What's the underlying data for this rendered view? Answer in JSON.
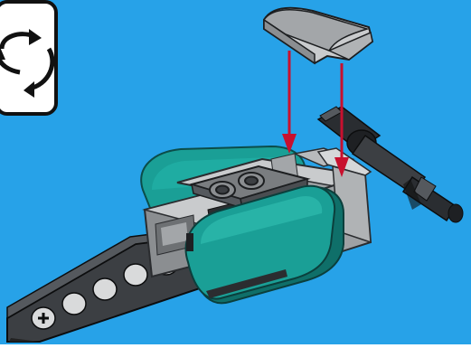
{
  "background": {
    "color": "#27a2e8"
  },
  "rotate_indicator": {
    "icon": "rotate-view-icon",
    "border_color": "#111111"
  },
  "colors": {
    "teal": "#1a9f96",
    "teal_dark": "#0f6f69",
    "light_gray": "#b8babc",
    "mid_gray": "#8b8e91",
    "dark_gray": "#3c3f43",
    "black": "#151719",
    "arrow_red": "#c8102e"
  },
  "parts": [
    {
      "id": "curved-slope-tile",
      "color": "light_gray"
    },
    {
      "id": "teal-round-tile-front",
      "color": "teal"
    },
    {
      "id": "teal-round-tile-back",
      "color": "teal"
    },
    {
      "id": "gray-brick-body",
      "color": "light_gray"
    },
    {
      "id": "two-stud-plate",
      "color": "mid_gray"
    },
    {
      "id": "dark-liftarm",
      "color": "dark_gray"
    },
    {
      "id": "axle-pin",
      "color": "black"
    }
  ],
  "arrows": [
    {
      "id": "placement-arrow-left",
      "color": "arrow_red"
    },
    {
      "id": "placement-arrow-right",
      "color": "arrow_red"
    }
  ]
}
